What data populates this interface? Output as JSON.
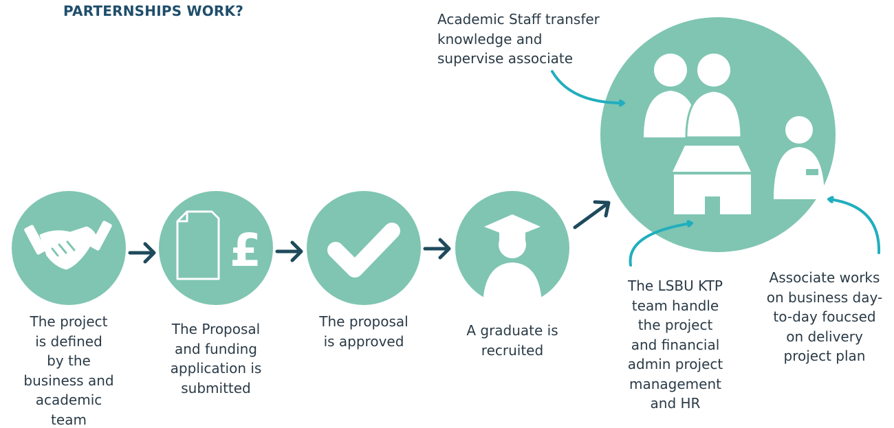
{
  "heading": "PARTERNSHIPS WORK?",
  "colors": {
    "circle_fill": "#7fc5b2",
    "arrow_dark": "#1e4a5c",
    "curve_teal": "#21aebe",
    "text": "#2a3a46",
    "heading": "#1f4e6b"
  },
  "steps": [
    {
      "icon": "handshake-icon",
      "label_lines": [
        "The project",
        "is defined",
        "by the",
        "business and",
        "academic",
        "team"
      ]
    },
    {
      "icon": "document-pound-icon",
      "label_lines": [
        "The Proposal",
        "and funding",
        "application is",
        "submitted"
      ]
    },
    {
      "icon": "checkmark-icon",
      "label_lines": [
        "The proposal",
        "is approved"
      ]
    },
    {
      "icon": "graduate-icon",
      "label_lines": [
        "A graduate is",
        "recruited"
      ]
    }
  ],
  "big_circle": {
    "icons": [
      "academic-staff-icon",
      "business-building-icon",
      "associate-icon"
    ]
  },
  "annotations": {
    "academic_staff": [
      "Academic Staff transfer",
      "knowledge and",
      "supervise associate"
    ],
    "ktp_team": [
      "The LSBU KTP",
      "team handle",
      "the project",
      "and financial",
      "admin project",
      "management",
      "and HR"
    ],
    "associate": [
      "Associate works",
      "on business day-",
      "to-day foucsed",
      "on delivery",
      "project plan"
    ]
  }
}
